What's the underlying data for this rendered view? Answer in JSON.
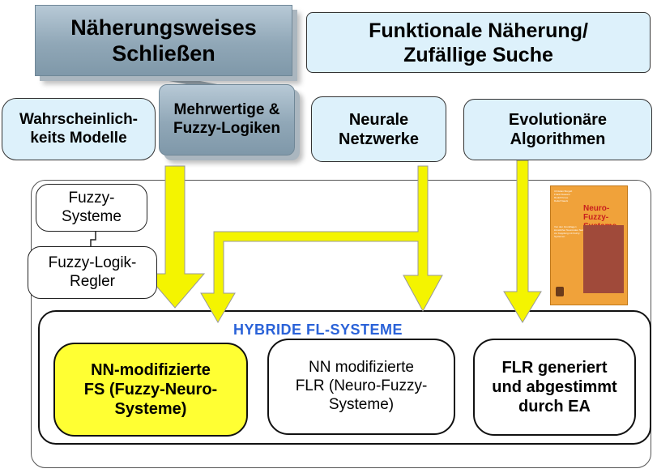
{
  "top": {
    "approx_reasoning": "Näherungsweises\nSchließen",
    "functional": "Funktionale Näherung/\nZufällige Suche"
  },
  "mid": {
    "probability": "Wahrscheinlich-\nkeits Modelle",
    "multivalued": "Mehrwertige &\nFuzzy-Logiken",
    "neural": "Neurale\nNetzwerke",
    "evolutionary": "Evolutionäre\nAlgorithmen"
  },
  "fuzzy_systems": "Fuzzy-\nSysteme",
  "fuzzy_controller": "Fuzzy-Logik-\nRegler",
  "hybrid_title": "HYBRIDE  FL-SYSTEME",
  "bottom": {
    "nn_fs": "NN-modifizierte\nFS (Fuzzy-Neuro-\nSysteme)",
    "nn_flr": "NN modifizierte\nFLR (Neuro-Fuzzy-\nSysteme)",
    "flr_ea": "FLR generiert\nund abgestimmt\ndurch EA"
  },
  "book": {
    "title": "Neuro-\nFuzzy-Systeme",
    "authors": "Christian Borgelt\nFrank Klawonn\nRudolf Kruse\nDetlef Nauck",
    "subtitle": "Von den Grundlagen künstlicher Neuronaler Netze zur Kopplung mit Fuzzy-Systemen"
  },
  "colors": {
    "arrow_fill": "#f4f400",
    "highlight_box": "#ffff33",
    "hybrid_title": "#2a62d8",
    "blue_box": "#ddf1fb",
    "grey_box": "#90a7b7"
  }
}
